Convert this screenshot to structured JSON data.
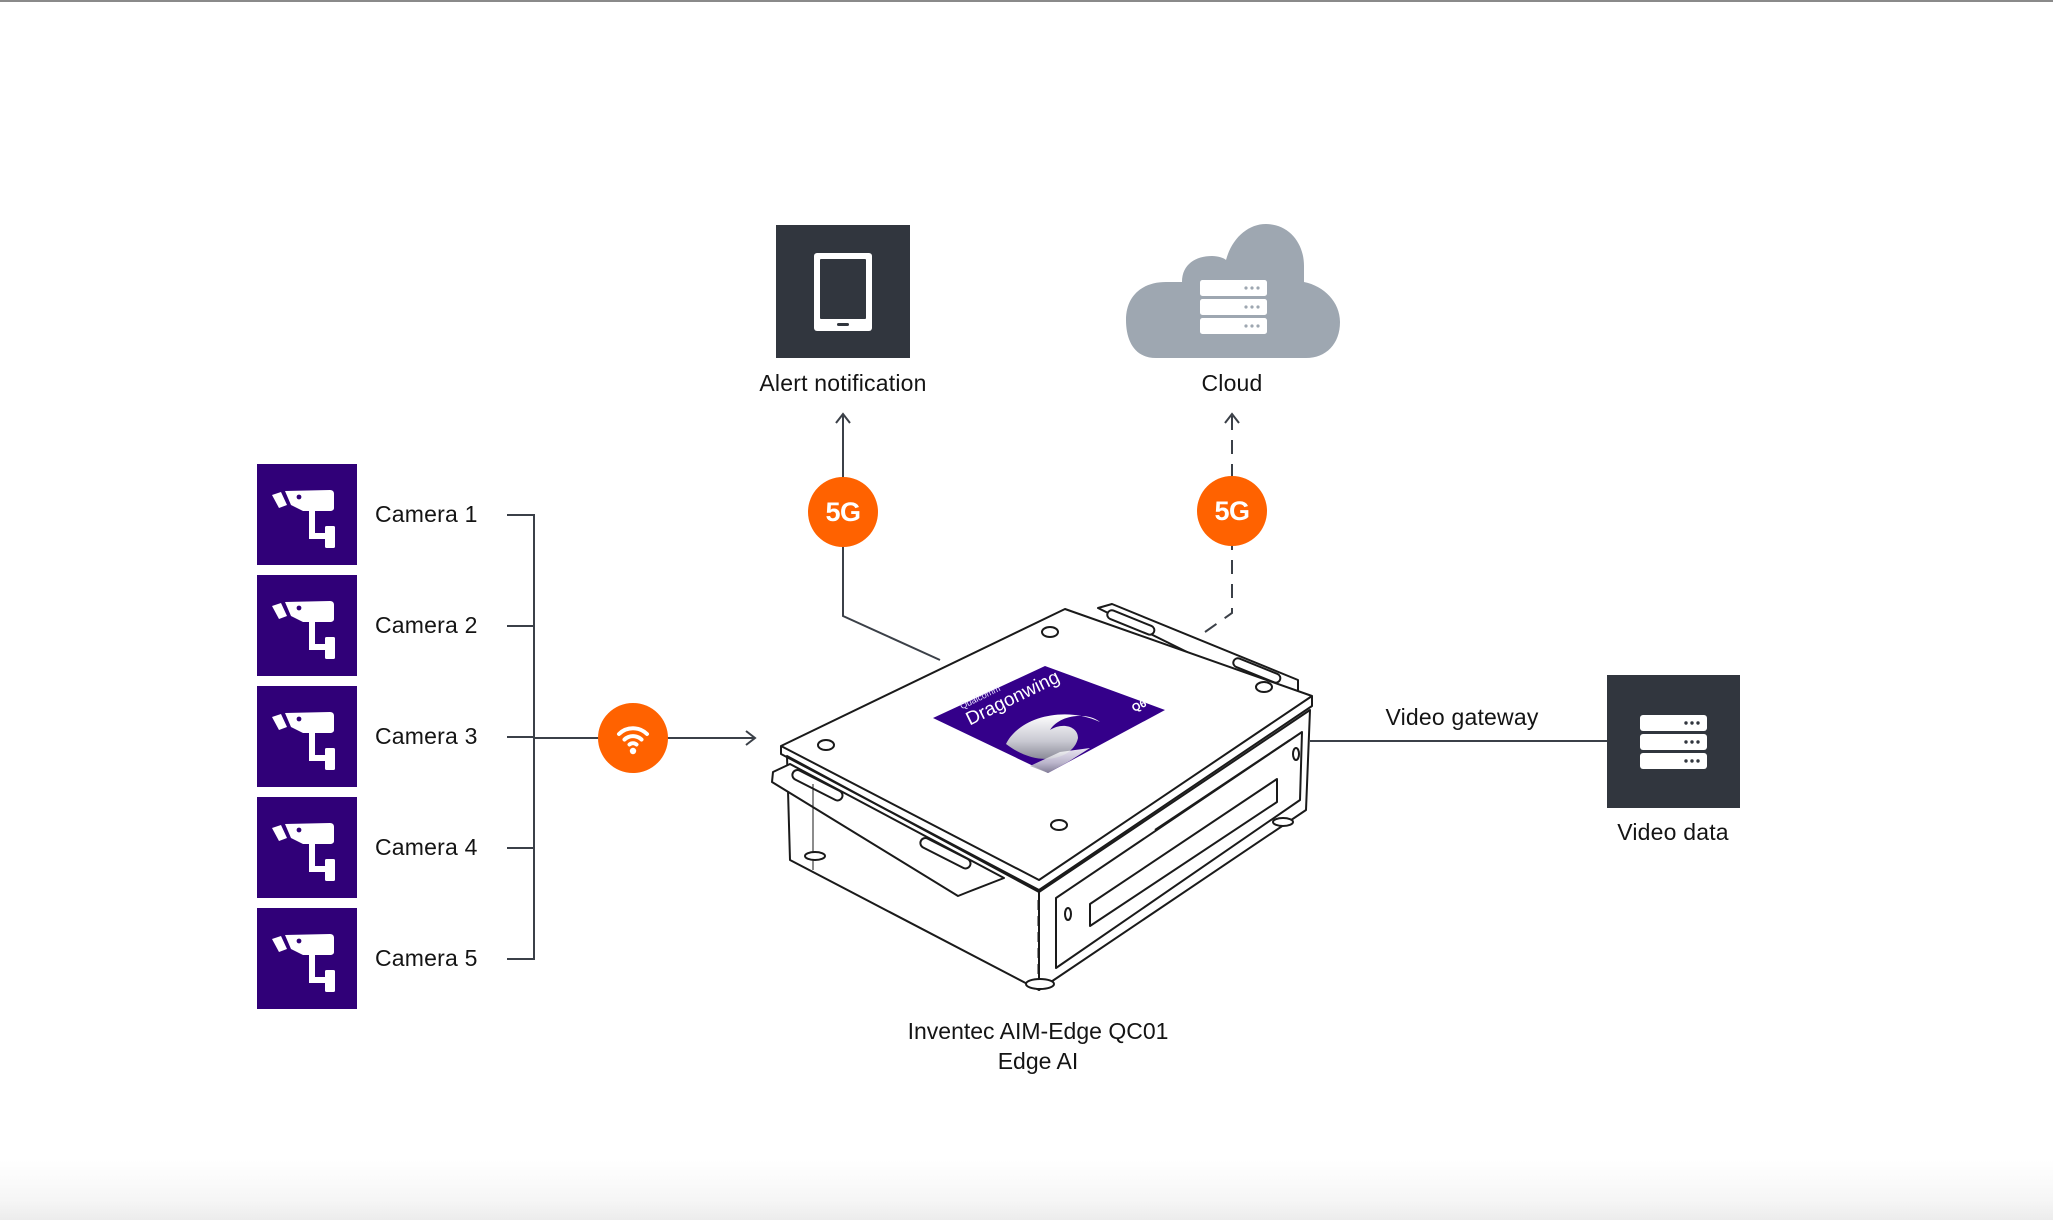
{
  "cameras": [
    {
      "label": "Camera 1",
      "icon": "security-camera-icon"
    },
    {
      "label": "Camera 2",
      "icon": "security-camera-icon"
    },
    {
      "label": "Camera 3",
      "icon": "security-camera-icon"
    },
    {
      "label": "Camera 4",
      "icon": "security-camera-icon"
    },
    {
      "label": "Camera 5",
      "icon": "security-camera-icon"
    }
  ],
  "connections": {
    "camera_link": {
      "icon": "wifi-icon",
      "style": "solid"
    },
    "alert_link": {
      "badge": "5G",
      "style": "solid"
    },
    "cloud_link": {
      "badge": "5G",
      "style": "dashed"
    },
    "gateway_link": {
      "label": "Video gateway",
      "style": "solid"
    }
  },
  "nodes": {
    "alert": {
      "label": "Alert notification",
      "icon": "tablet-icon"
    },
    "cloud": {
      "label": "Cloud",
      "icon": "cloud-server-icon"
    },
    "video_data": {
      "label": "Video data",
      "icon": "server-icon"
    }
  },
  "device": {
    "name_line1": "Inventec AIM-Edge QC01",
    "name_line2": "Edge AI",
    "chip_brand": "Qualcomm",
    "chip_name": "Dragonwing",
    "chip_model": "Q6"
  },
  "colors": {
    "camera_bg": "#300078",
    "badge": "#ff6200",
    "dark_box": "#31363e",
    "cloud": "#9ea7b1",
    "line": "#3b4048",
    "chip_label": "#34008a"
  }
}
